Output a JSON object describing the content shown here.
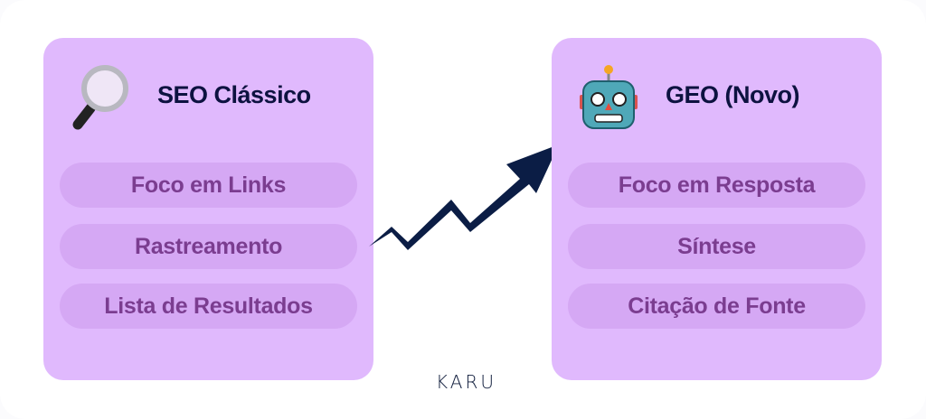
{
  "left_card": {
    "title": "SEO Clássico",
    "icon": "magnifying-glass-icon",
    "items": [
      "Foco em Links",
      "Rastreamento",
      "Lista de Resultados"
    ]
  },
  "right_card": {
    "title": "GEO (Novo)",
    "icon": "robot-icon",
    "items": [
      "Foco em Resposta",
      "Síntese",
      "Citação de Fonte"
    ]
  },
  "arrow": {
    "icon": "trend-up-arrow-icon"
  },
  "logo": "KARU",
  "colors": {
    "card": "#e0b9fd",
    "pill": "#d5a8f4",
    "pill_text": "#7b3d90",
    "title": "#0d1240",
    "arrow": "#0b1d45"
  }
}
